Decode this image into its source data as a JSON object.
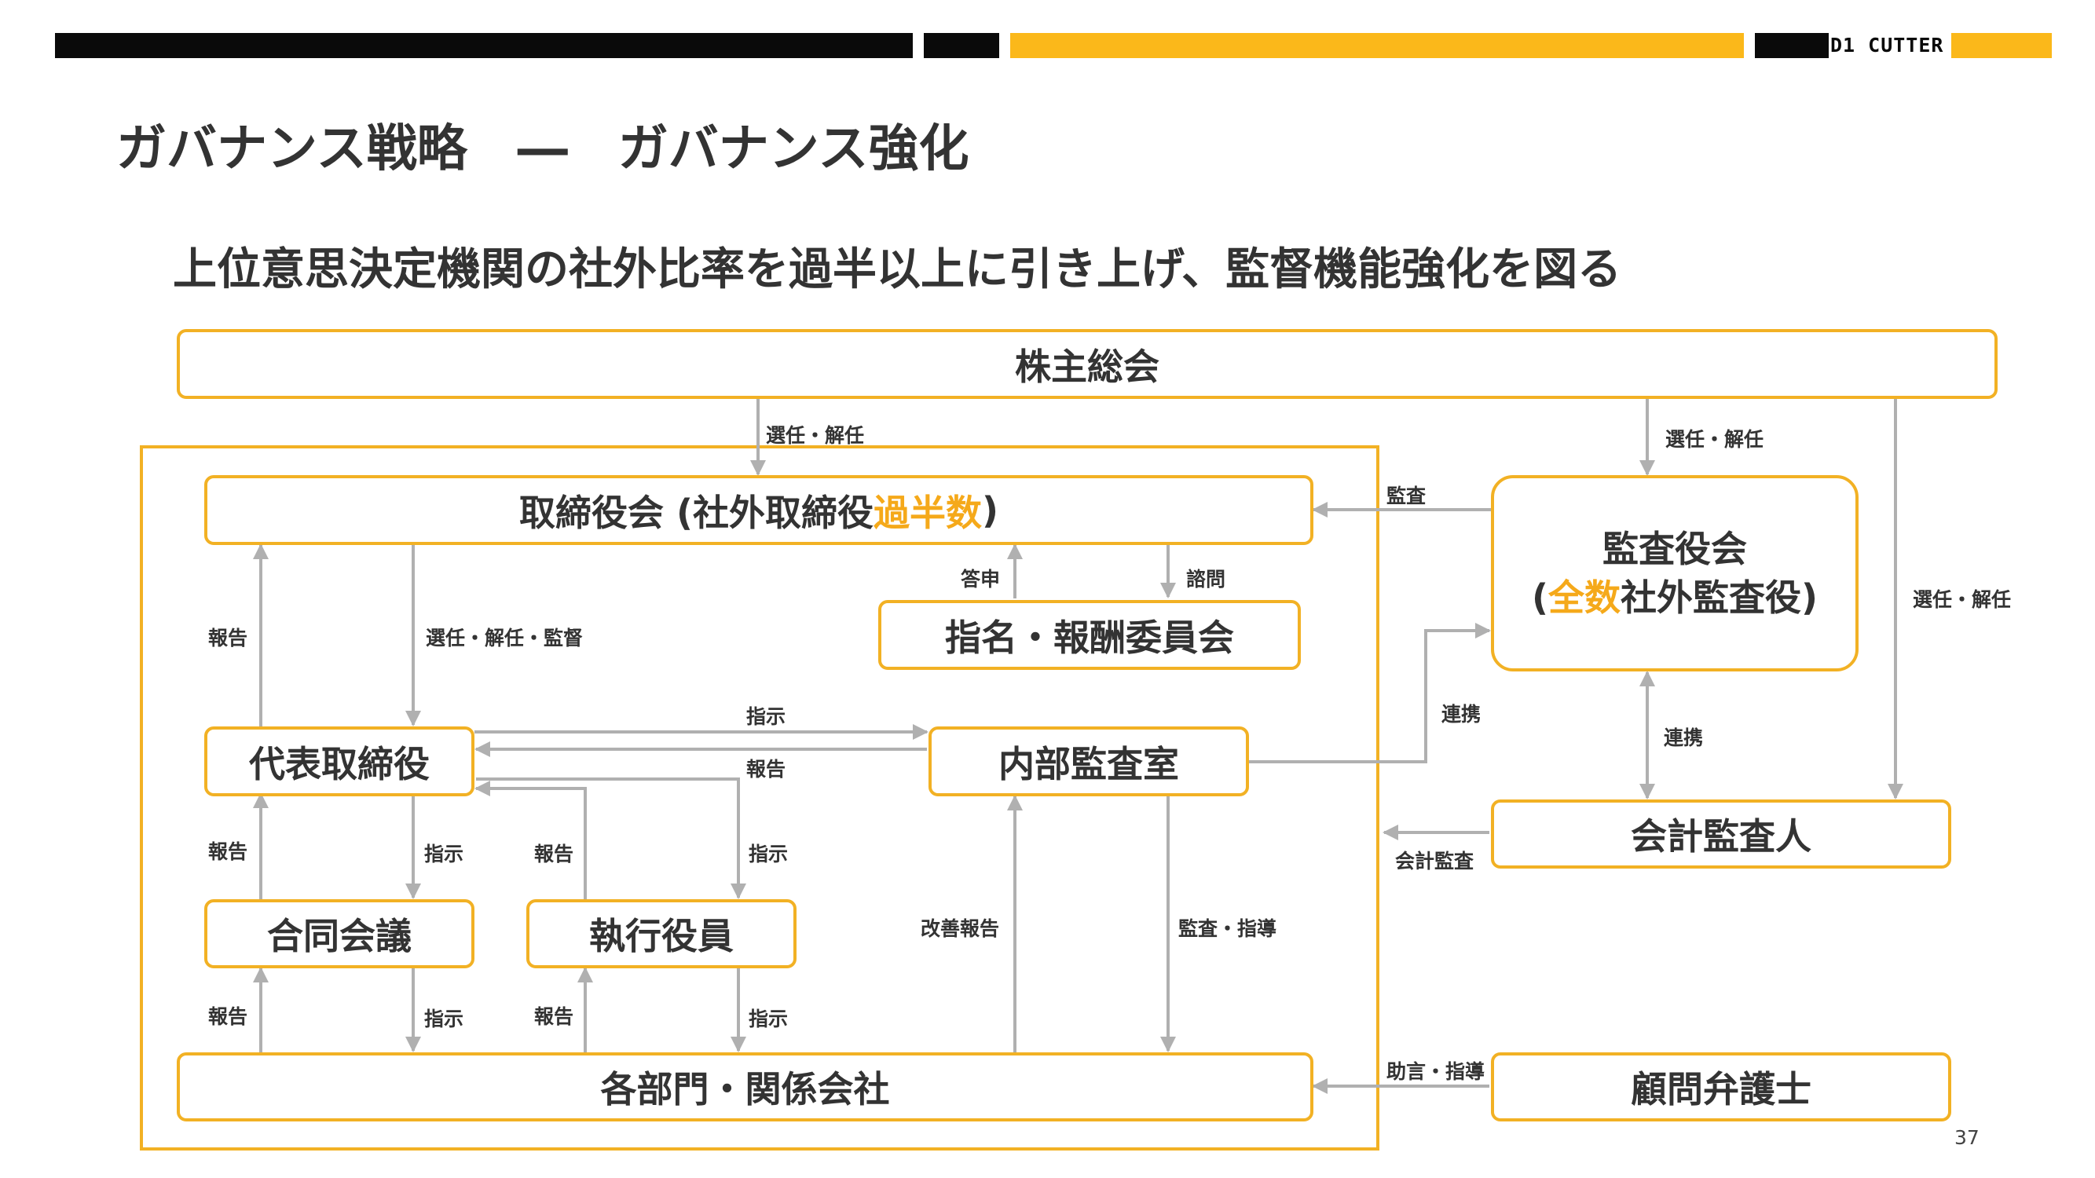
{
  "header": {
    "brand": "D1 CUTTER"
  },
  "title": "ガバナンス戦略　―　ガバナンス強化",
  "subtitle": "上位意思決定機関の社外比率を過半以上に引き上げ、監督機能強化を図る",
  "nodes": {
    "shareholders": "株主総会",
    "board_pre": "取締役会 (社外取締役",
    "board_hl": "過半数",
    "board_post": ")",
    "nomination": "指名・報酬委員会",
    "ceo": "代表取締役",
    "internal_audit": "内部監査室",
    "joint_meeting": "合同会議",
    "officers": "執行役員",
    "departments": "各部門・関係会社",
    "auditors_line1": "監査役会",
    "auditors_pre": "(",
    "auditors_hl": "全数",
    "auditors_post": "社外監査役)",
    "accounting_auditor": "会計監査人",
    "legal_counsel": "顧問弁護士"
  },
  "labels": {
    "elect_dismiss_board": "選任・解任",
    "elect_dismiss_auditors": "選任・解任",
    "elect_dismiss_accounting": "選任・解任",
    "audit": "監査",
    "answer": "答申",
    "consult": "諮問",
    "report_board": "報告",
    "elect_dismiss_supervise": "選任・解任・監督",
    "instruct_internal": "指示",
    "report_internal": "報告",
    "coop_internal": "連携",
    "coop_accounting": "連携",
    "report_joint": "報告",
    "instruct_joint": "指示",
    "report_officers": "報告",
    "instruct_officers": "指示",
    "improve_report": "改善報告",
    "audit_guidance": "監査・指導",
    "accounting_audit": "会計監査",
    "report_dept_joint": "報告",
    "instruct_dept_joint": "指示",
    "report_dept_officers": "報告",
    "instruct_dept_officers": "指示",
    "advice_guidance": "助言・指導"
  },
  "page_number": "37",
  "colors": {
    "accent": "#f2b124",
    "black_bar": "#0a0a0a",
    "gold_bar": "#fbb81a",
    "arrow": "#b0b0b0"
  }
}
